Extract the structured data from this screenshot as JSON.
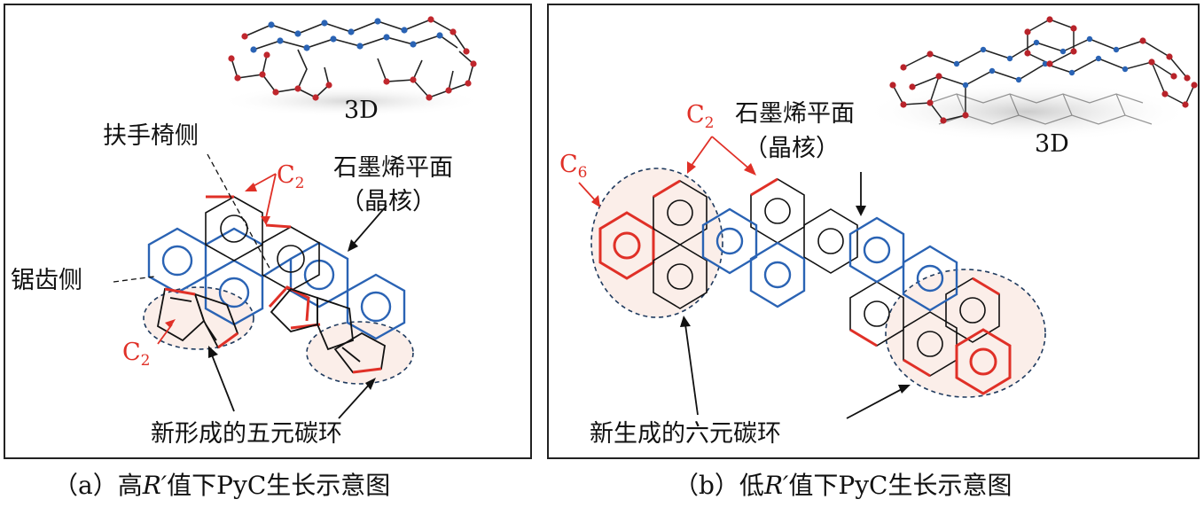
{
  "panel_a": {
    "label_3d": "3D",
    "armchair": "扶手椅侧",
    "zigzag": "锯齿侧",
    "graphene_plane": "石墨烯平面",
    "nucleus": "（晶核）",
    "c2_top": "C",
    "c2_top_sub": "2",
    "c2_left": "C",
    "c2_left_sub": "2",
    "new_ring": "新形成的五元碳环"
  },
  "panel_b": {
    "label_3d": "3D",
    "graphene_plane": "石墨烯平面",
    "nucleus": "（晶核）",
    "c2": "C",
    "c2_sub": "2",
    "c6": "C",
    "c6_sub": "6",
    "new_ring": "新生成的六元碳环"
  },
  "captions": {
    "a_prefix": "（a）高",
    "a_var": "R′",
    "a_suffix": "值下PyC生长示意图",
    "b_prefix": "（b）低",
    "b_var": "R′",
    "b_suffix": "值下PyC生长示意图"
  },
  "colors": {
    "blue": "#2a63b4",
    "red": "#e03027",
    "black": "#111111",
    "dashed_circle": "#1f3a5e",
    "ring_fill": "#fbeee9"
  }
}
